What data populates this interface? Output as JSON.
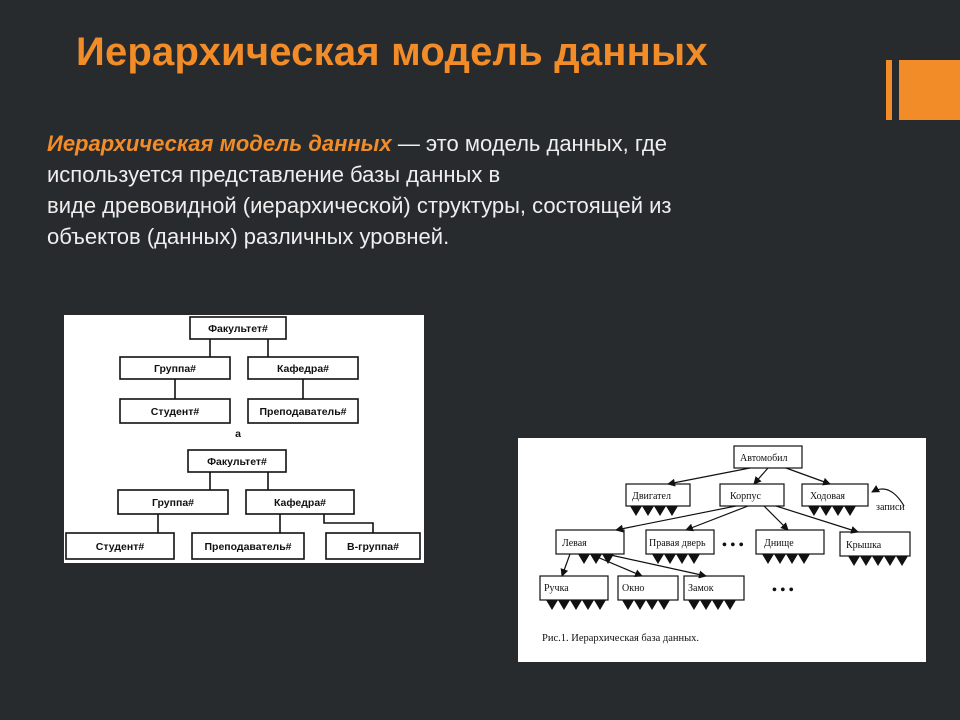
{
  "slide": {
    "title": "Иерархическая модель данных",
    "term": "Иерархическая модель данных",
    "definition_line1": " — это модель данных, где",
    "definition_line2": "используется представление базы данных в",
    "definition_line3": "виде древовидной (иерархической) структуры, состоящей из",
    "definition_line4": "объектов (данных) различных уровней.",
    "accent_color": "#f28c28"
  },
  "figure_a": {
    "top": {
      "root": "Факультет#",
      "left": "Группа#",
      "right": "Кафедра#",
      "left_child": "Студент#",
      "right_child": "Преподаватель#"
    },
    "label": "а",
    "bottom": {
      "root": "Факультет#",
      "left": "Группа#",
      "right": "Кафедра#",
      "leaf1": "Студент#",
      "leaf2": "Преподаватель#",
      "leaf3": "В-группа#"
    }
  },
  "figure_b": {
    "root": "Автомобил",
    "level1": [
      "Двигател",
      "Корпус",
      "Ходовая"
    ],
    "side_note": "записи",
    "level2": [
      "Левая",
      "Правая дверь",
      "Днище",
      "Крышка"
    ],
    "level3": [
      "Ручка",
      "Окно",
      "Замок"
    ],
    "ellipsis": "• • •",
    "caption": "Рис.1. Иерархическая база данных."
  }
}
